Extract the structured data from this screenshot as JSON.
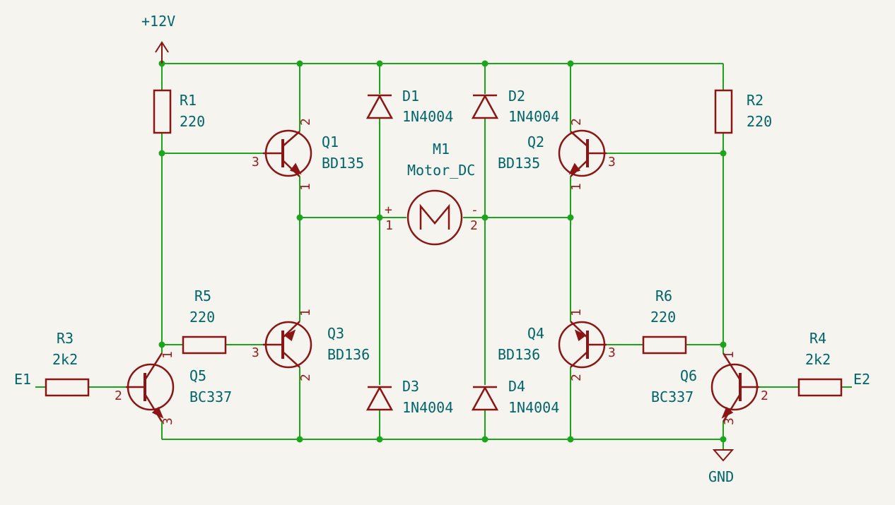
{
  "colors": {
    "background": "#f5f4ef",
    "wire": "#1aa51a",
    "component": "#8b1414",
    "text": "#00656b",
    "pin_number": "#9a1c1c"
  },
  "power": {
    "vcc": "+12V",
    "gnd": "GND"
  },
  "inputs": {
    "e1": "E1",
    "e2": "E2"
  },
  "components": {
    "R1": {
      "ref": "R1",
      "value": "220"
    },
    "R2": {
      "ref": "R2",
      "value": "220"
    },
    "R3": {
      "ref": "R3",
      "value": "2k2"
    },
    "R4": {
      "ref": "R4",
      "value": "2k2"
    },
    "R5": {
      "ref": "R5",
      "value": "220"
    },
    "R6": {
      "ref": "R6",
      "value": "220"
    },
    "D1": {
      "ref": "D1",
      "value": "1N4004"
    },
    "D2": {
      "ref": "D2",
      "value": "1N4004"
    },
    "D3": {
      "ref": "D3",
      "value": "1N4004"
    },
    "D4": {
      "ref": "D4",
      "value": "1N4004"
    },
    "Q1": {
      "ref": "Q1",
      "value": "BD135"
    },
    "Q2": {
      "ref": "Q2",
      "value": "BD135"
    },
    "Q3": {
      "ref": "Q3",
      "value": "BD136"
    },
    "Q4": {
      "ref": "Q4",
      "value": "BD136"
    },
    "Q5": {
      "ref": "Q5",
      "value": "BC337"
    },
    "Q6": {
      "ref": "Q6",
      "value": "BC337"
    },
    "M1": {
      "ref": "M1",
      "value": "Motor_DC",
      "plus": "+",
      "minus": "-"
    }
  },
  "pins": {
    "p1": "1",
    "p2": "2",
    "p3": "3"
  }
}
